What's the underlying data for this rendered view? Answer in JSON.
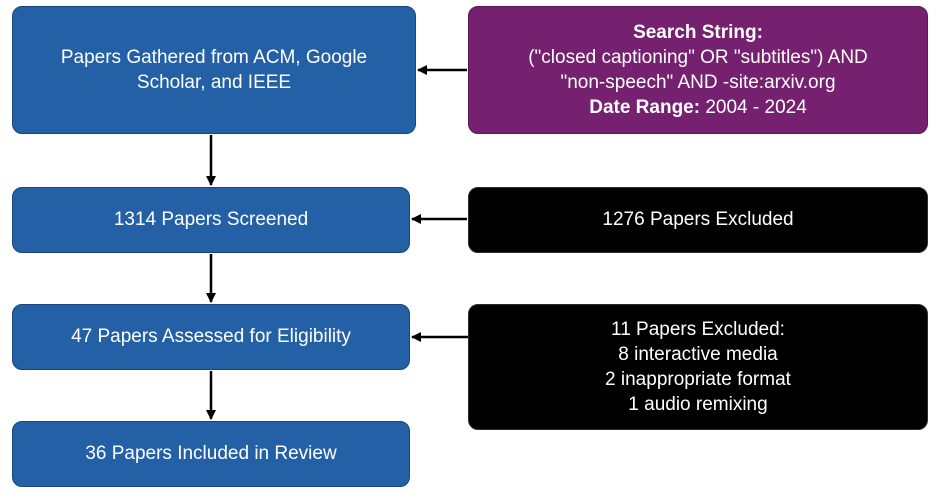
{
  "colors": {
    "blue": "#2360a5",
    "purple": "#762170",
    "black": "#000000",
    "text": "#ffffff",
    "arrow": "#000000"
  },
  "flow": {
    "gathered": {
      "lines": [
        "Papers Gathered from ACM, Google",
        "Scholar, and IEEE"
      ]
    },
    "screened": {
      "label": "1314 Papers Screened"
    },
    "assessed": {
      "label": "47 Papers Assessed for Eligibility"
    },
    "included": {
      "label": "36 Papers Included in Review"
    }
  },
  "side": {
    "search": {
      "heading": "Search String:",
      "query_lines": [
        "(\"closed captioning\" OR \"subtitles\") AND",
        "\"non-speech\" AND -site:arxiv.org"
      ],
      "date_label": "Date Range:",
      "date_value": " 2004 - 2024"
    },
    "excluded_screening": {
      "label": "1276 Papers Excluded"
    },
    "excluded_eligibility": {
      "heading": "11 Papers Excluded:",
      "reasons": [
        "8 interactive media",
        "2 inappropriate format",
        "1 audio remixing"
      ]
    }
  }
}
